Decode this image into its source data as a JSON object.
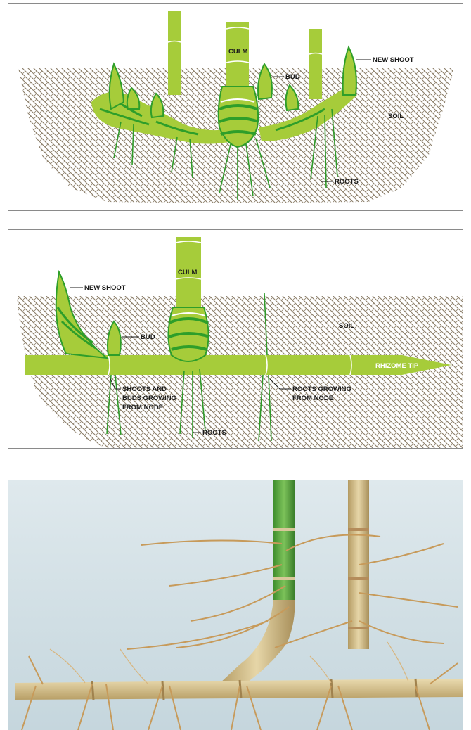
{
  "diagram_top": {
    "labels": {
      "culm": "CULM",
      "new_shoot": "NEW SHOOT",
      "bud": "BUD",
      "soil": "SOIL",
      "roots": "ROOTS"
    }
  },
  "diagram_bottom": {
    "labels": {
      "culm": "CULM",
      "new_shoot": "NEW SHOOT",
      "bud": "BUD",
      "soil": "SOIL",
      "rhizome_tip": "RHIZOME TIP",
      "shoots_line1": "SHOOTS AND",
      "shoots_line2": "BUDS GROWING",
      "shoots_line3": "FROM NODE",
      "roots_node_line1": "ROOTS GROWING",
      "roots_node_line2": "FROM NODE",
      "roots": "ROOTS"
    }
  },
  "colors": {
    "soil": "#8b7e68",
    "light_green": "#a6cc3a",
    "dark_green": "#2e9e2a",
    "root_green": "#2f9a2a",
    "photo_background": "#cfdde3",
    "rhizome_tan": "#d8c79a"
  }
}
